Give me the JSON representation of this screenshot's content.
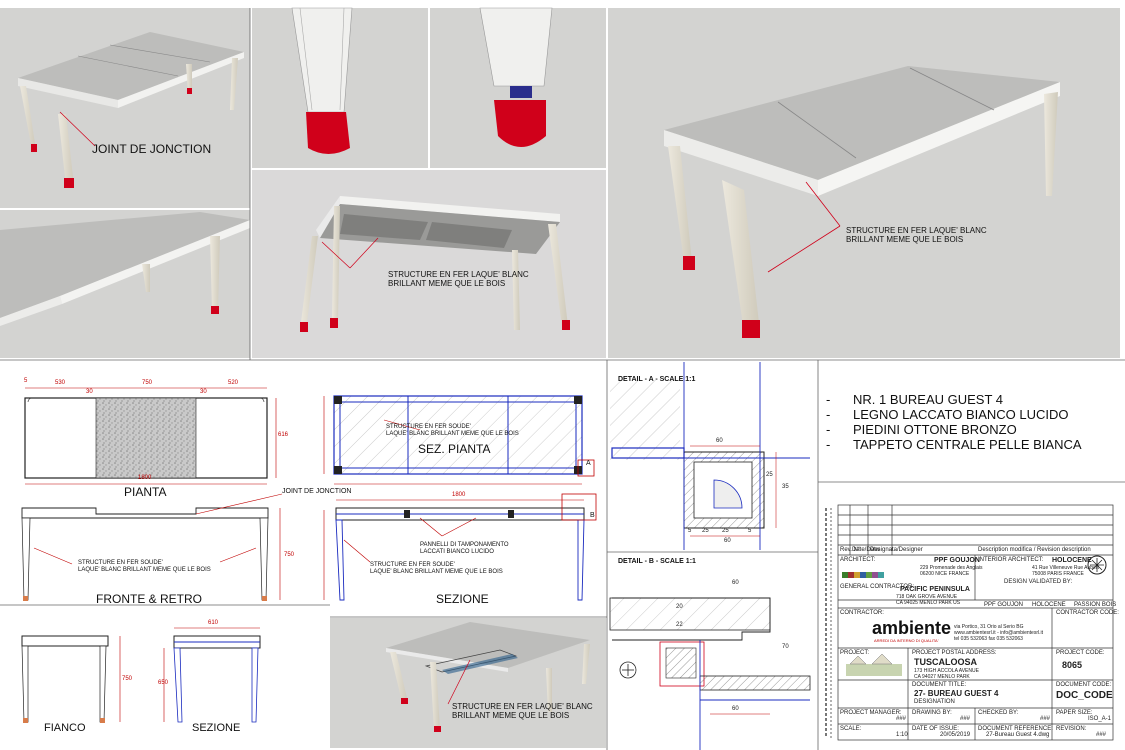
{
  "views_3d": {
    "joint_label": "JOINT DE JONCTION",
    "structure_label_1": "STRUCTURE EN FER LAQUE' BLANC\nBRILLANT MEME QUE LE BOIS",
    "structure_label_2": "STRUCTURE EN FER LAQUE' BLANC\nBRILLANT MEME QUE LE BOIS",
    "structure_label_3": "STRUCTURE EN FER LAQUE' BLANC\nBRILLANT MEME QUE LE BOIS"
  },
  "notes": [
    "NR. 1 BUREAU GUEST 4",
    "LEGNO LACCATO BIANCO LUCIDO",
    "PIEDINI OTTONE BRONZO",
    "TAPPETO CENTRALE PELLE BIANCA"
  ],
  "drawings": {
    "pianta_title": "PIANTA",
    "pianta_dims": {
      "left": "530",
      "center": "750",
      "right": "520",
      "total": "1800",
      "depth": "616",
      "small_a": "30",
      "small_b": "30",
      "corner": "5"
    },
    "fronte_title": "FRONTE  & RETRO",
    "fronte_joint": "JOINT DE JONCTION",
    "fronte_struct": "STRUCTURE EN FER SOUDE'\nLAQUE' BLANC BRILLANT MEME QUE LE BOIS",
    "fronte_height": "750",
    "sez_pianta_title": "SEZ. PIANTA",
    "sez_pianta_struct": "STRUCTURE EN FER SOUDE'\nLAQUE' BLANC BRILLANT MEME QUE LE BOIS",
    "sezione_title": "SEZIONE",
    "sezione_total": "1800",
    "sezione_panels": "PANNELLI DI TAMPONAMENTO\nLACCATI BIANCO LUCIDO",
    "sezione_struct": "STRUCTURE EN FER SOUDE'\nLAQUE' BLANC BRILLANT MEME QUE LE BOIS",
    "marker_a": "A",
    "marker_b": "B",
    "fianco_title": "FIANCO",
    "fianco_height": "750",
    "sezione2_title": "SEZIONE",
    "sezione2_width": "610",
    "sezione2_height": "650"
  },
  "details": {
    "a_title": "DETAIL - A - SCALE 1:1",
    "a_dims": [
      "60",
      "25",
      "5",
      "25",
      "60",
      "5",
      "25",
      "35"
    ],
    "b_title": "DETAIL - B - SCALE 1:1",
    "b_dims": [
      "60",
      "20",
      "22",
      "70",
      "60"
    ]
  },
  "title_block": {
    "architect_label": "ARCHITECT:",
    "architect_name": "PPF GOUJON",
    "architect_addr": "229 Promenade des Anglais\n06200 NICE FRANCE",
    "interior_label": "INTERIOR ARCHITECT:",
    "interior_name": "HOLOCENE",
    "interior_addr": "41 Rue Villeneuve Rue Aubert\n75008 PARIS FRANCE",
    "validated_label": "DESIGN VALIDATED BY:",
    "contractor_label": "GENERAL CONTRACTOR:",
    "contractor_name": "PACIFIC PENINSULA",
    "contractor_addr": "718 OAK GROVE AVENUE\nCA 94025 MENLO PARK US",
    "validator_1": "PPF GOUJON",
    "validator_2": "HOLOCENE",
    "validator_3": "PASSION BOIS",
    "contractor2_label": "CONTRACTOR:",
    "contractor_code_label": "CONTRACTOR CODE:",
    "logo_text": "ambiente",
    "logo_sub": "ARREDI DA INTERNO DI QUALITA'",
    "company_addr": "via Portico, 31 Orio al Serio BG\nwww.ambientesrl.it - info@ambientesrl.it\ntel 035 532063 fax 035 532063",
    "project_label": "PROJECT:",
    "postal_label": "PROJECT POSTAL ADDRESS:",
    "project_name": "TUSCALOOSA",
    "project_addr": "173 HIGH ACCOLA AVENUE\nCA 94027 MENLO PARK",
    "project_code_label": "PROJECT CODE:",
    "project_code": "8065",
    "doc_title_label": "DOCUMENT TITLE:",
    "doc_title": "27- BUREAU GUEST 4",
    "designation": "DESIGNATION",
    "doc_code_label": "DOCUMENT CODE:",
    "doc_code": "DOC_CODE",
    "manager_label": "PROJECT MANAGER:",
    "manager_value": "###",
    "draw_label": "DRAWING BY:",
    "draw_value": "###",
    "checked_label": "CHECKED BY:",
    "checked_value": "###",
    "size_label": "PAPER SIZE:",
    "size_value": "ISO_A-1",
    "scale_label": "SCALE:",
    "scale_value": "1:10",
    "date_label": "DATE OF ISSUE:",
    "date_value": "20/05/2019",
    "ref_label": "DOCUMENT REFERENCE:",
    "ref_value": "27-Bureau Guest 4.dwg",
    "rev_label": "REVISION:",
    "rev_value": "###",
    "table_header": [
      "Rev. N°",
      "Date/Datw",
      "Designata/Designer",
      "Description modifica / Revision description"
    ]
  },
  "colors": {
    "accent_red": "#d0001a",
    "blue_line": "#1a2bbf",
    "panel_gray": "#d4d4d2",
    "dim_red": "#c00000"
  }
}
